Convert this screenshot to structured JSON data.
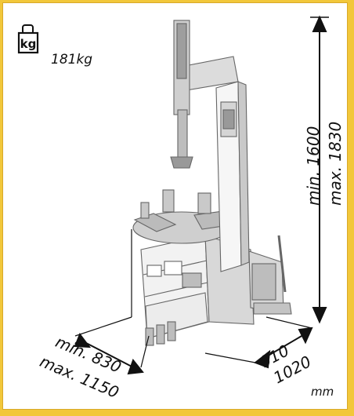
{
  "weight": {
    "icon": "kg-weight-icon",
    "icon_label": "kg",
    "value": "181kg"
  },
  "dimensions": {
    "height_min": "min. 1600",
    "height_max": "max. 1830",
    "width_min": "min. 830",
    "width_max": "max. 1150",
    "depth_min": "910",
    "depth_max": "1020",
    "unit": "mm"
  },
  "colors": {
    "frame": "#f2c73a",
    "panel": "#ffffff",
    "ink": "#111111"
  }
}
